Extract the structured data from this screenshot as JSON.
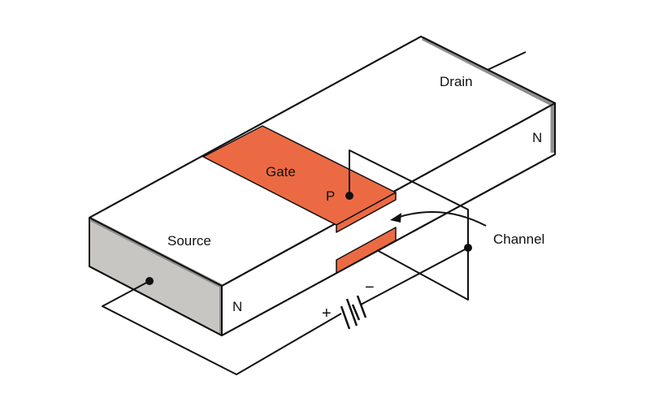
{
  "labels": {
    "drain": "Drain",
    "gate": "Gate",
    "p_region": "P",
    "source": "Source",
    "channel": "Channel",
    "n_source": "N",
    "n_drain": "N",
    "plus": "+",
    "minus": "−"
  },
  "colors": {
    "gate_fill": "#ec6a43",
    "body_top": "#ffffff",
    "end_face": "#c8c6c2",
    "shadow_edge": "#8e8e8e",
    "outline": "#111111"
  }
}
